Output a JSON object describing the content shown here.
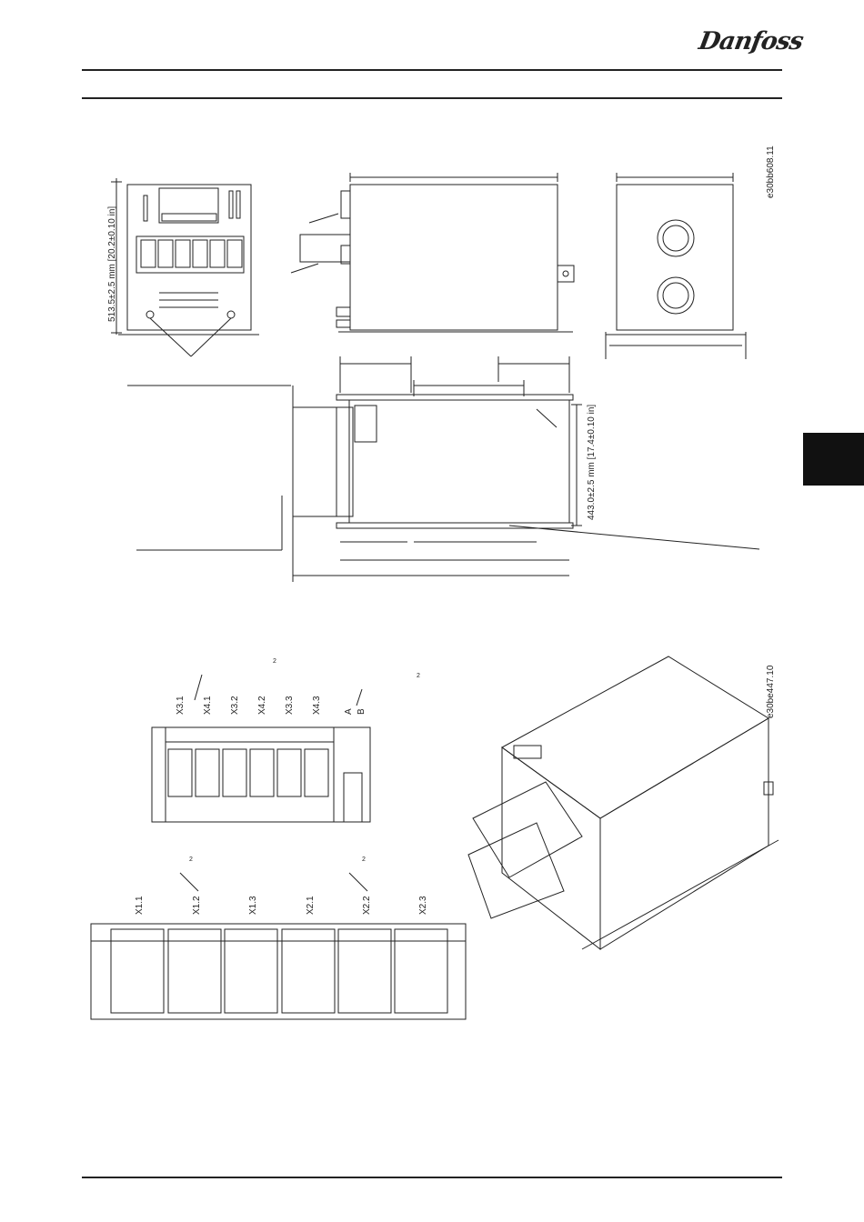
{
  "header": {
    "brand": "Danfoss"
  },
  "figure1": {
    "code": "e30bb608.11",
    "dim_height": "513.5±2.5 mm [20.2±0.10 in]",
    "dim_depth": "443.0±2.5 mm [17.4±0.10 in]"
  },
  "figure2": {
    "code": "e30be447.10",
    "sup_left": "2",
    "sup_right": "2",
    "sup_bottom_left": "2",
    "sup_bottom_right": "2",
    "top_terminals": [
      "X3.1",
      "X4.1",
      "X3.2",
      "X4.2",
      "X3.3",
      "X4.3",
      "A",
      "B"
    ],
    "bottom_terminals": [
      "X1.1",
      "X1.2",
      "X1.3",
      "X2.1",
      "X2.2",
      "X2.3"
    ]
  }
}
